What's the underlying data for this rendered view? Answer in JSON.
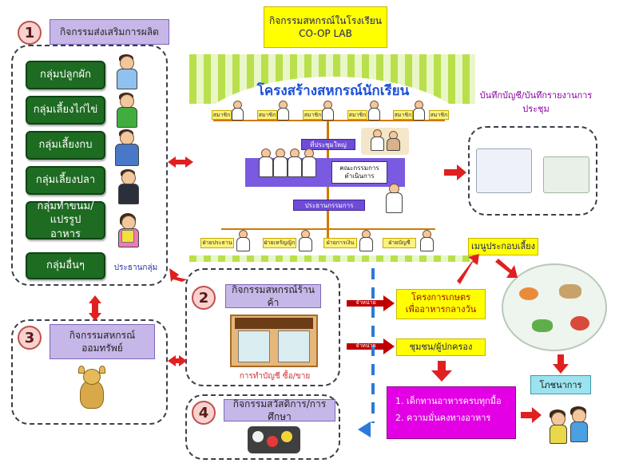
{
  "header": {
    "title_line1": "กิจกรรมสหกรณ์ในโรงเรียน",
    "title_line2": "CO-OP LAB"
  },
  "banner": {
    "title": "โครงสร้างสหกรณ์นักเรียน"
  },
  "org": {
    "members": [
      "สมาชิก",
      "สมาชิก",
      "สมาชิก",
      "สมาชิก",
      "สมาชิก",
      "สมาชิก"
    ],
    "general_meeting": "ที่ประชุมใหญ่",
    "board": "คณะกรรมการดำเนินการ",
    "chair": "ประธานกรรมการ",
    "depts": [
      "ฝ่ายประธาน",
      "ฝ่ายเหรัญญิก",
      "ฝ่ายการเงิน",
      "ฝ่ายบัญชี"
    ]
  },
  "section1": {
    "number": "1",
    "title": "กิจกรรมส่งเสริมการผลิต",
    "groups": [
      "กลุ่มปลูกผัก",
      "กลุ่มเลี้ยงไก่ไข่",
      "กลุ่มเลี้ยงกบ",
      "กลุ่มเลี้ยงปลา",
      "กลุ่มทำขนม/แปรรูปอาหาร",
      "กลุ่มอื่นๆ"
    ],
    "group_leader": "ประธานกลุ่ม"
  },
  "section2": {
    "number": "2",
    "title": "กิจกรรมสหกรณ์ร้านค้า",
    "shop_caption": "การทำบัญชี ซื้อ/ขาย",
    "sell_tags": [
      "จำหน่าย",
      "จำหน่าย"
    ]
  },
  "section3": {
    "number": "3",
    "title": "กิจกรรมสหกรณ์ออมทรัพย์"
  },
  "section4": {
    "number": "4",
    "title": "กิจกรรมสวัสดิการ/การศึกษา"
  },
  "meeting_records": "บันทึกบัญชี/บันทึกรายงานการประชุม",
  "lunch_project": "โครงการเกษตรเพื่ออาหารกลางวัน",
  "community": "ชุมชน/ผู้ปกครอง",
  "menu": "เมนูประกอบเลี้ยง",
  "nutrition": "โภชนาการ",
  "outcomes": [
    "1. เด็กทานอาหารครบทุกมื้อ",
    "2. ความมั่นคงทางอาหาร"
  ],
  "colors": {
    "group_green": "#1e6b22",
    "lavender": "#c7b7e8",
    "yellow": "#ffff00",
    "magenta": "#e400e4",
    "arrow_red": "#e02020",
    "teal": "#2b7ad8"
  }
}
